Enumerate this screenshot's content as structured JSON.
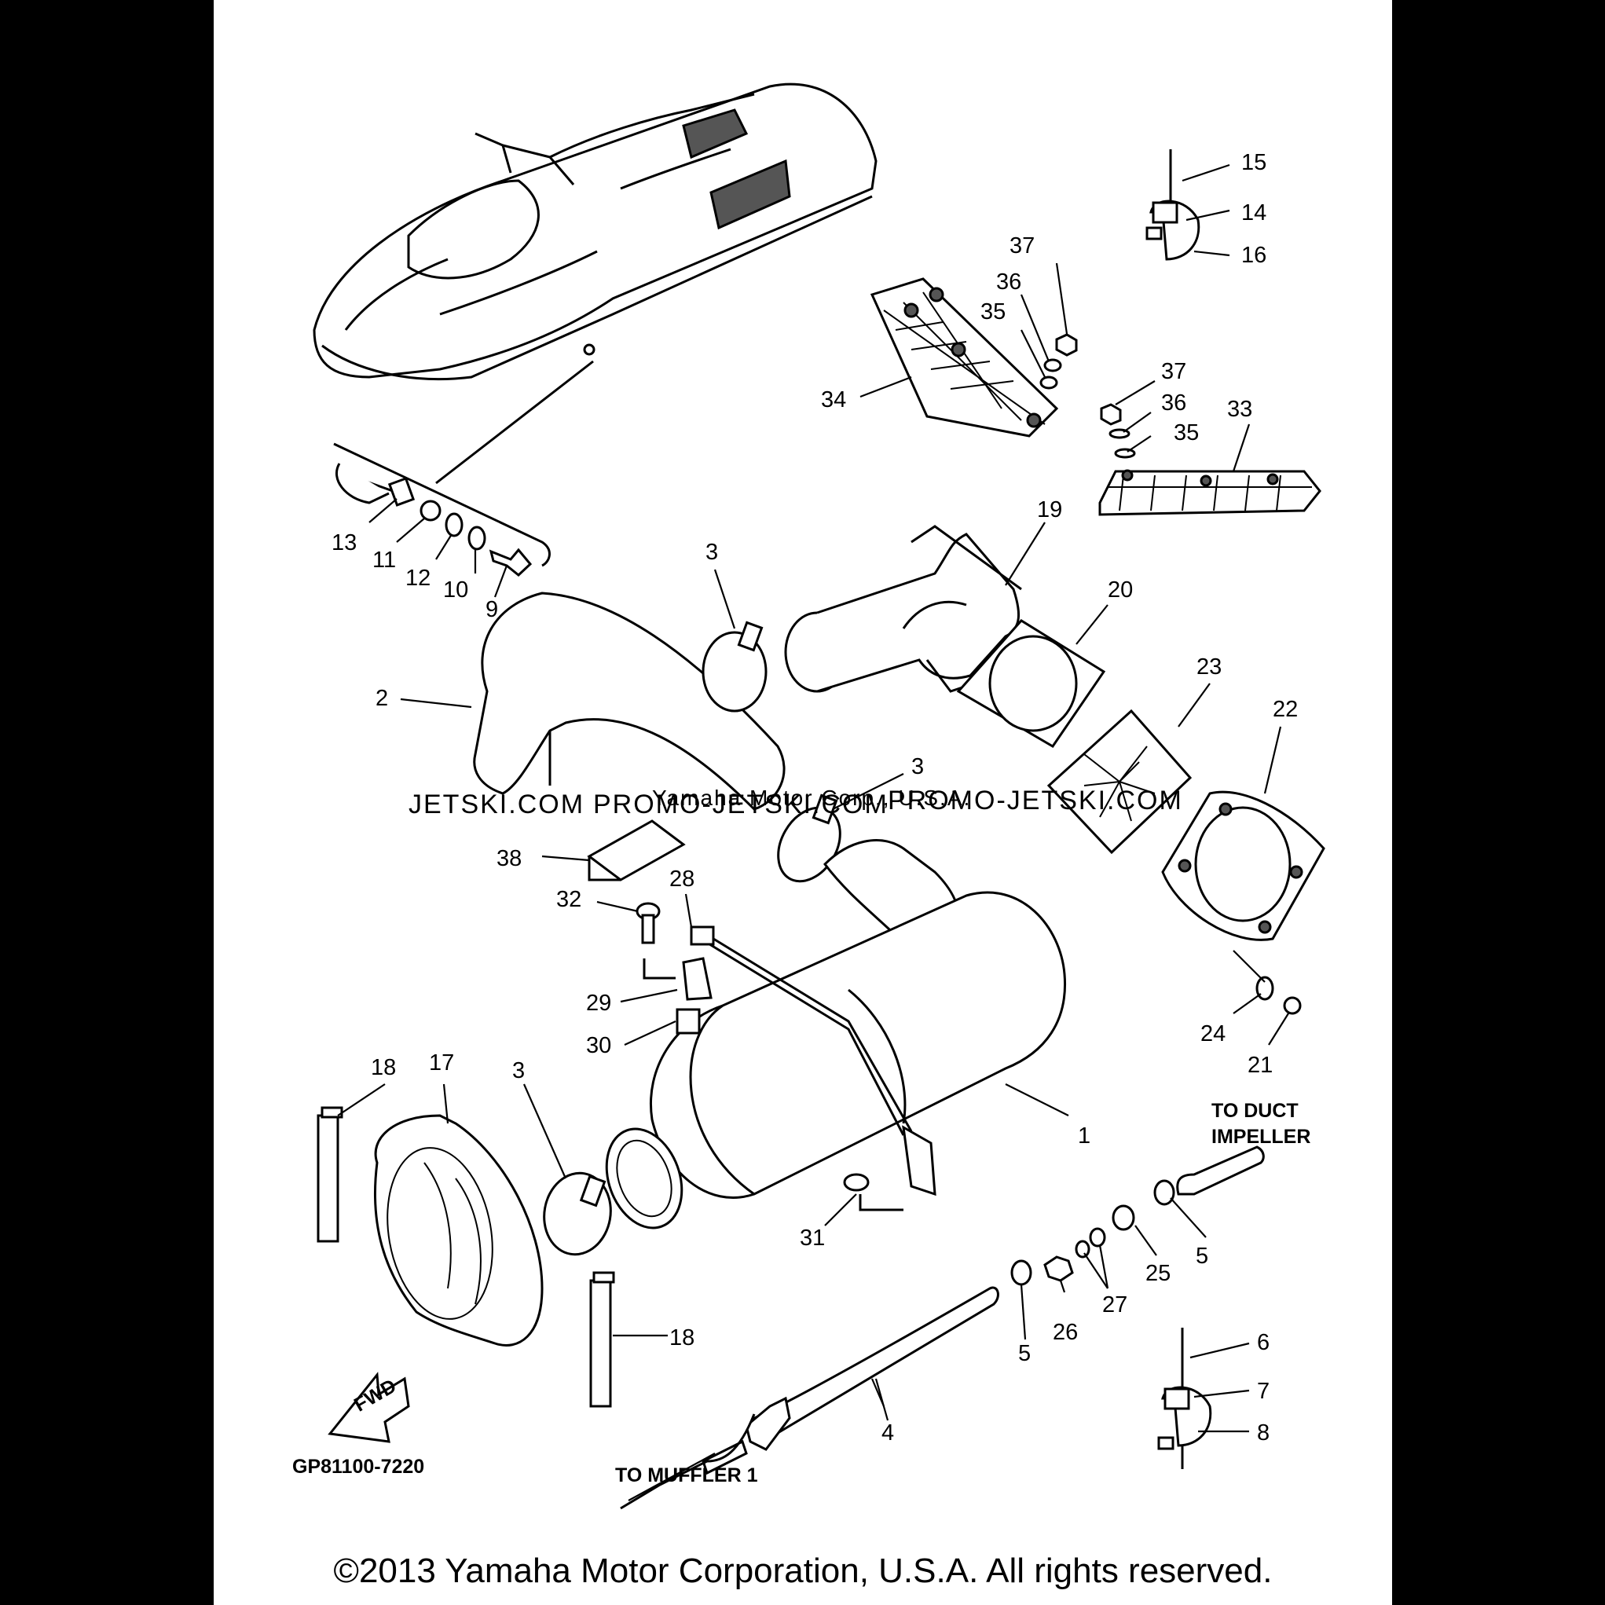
{
  "watermark": {
    "left": "JETSKI.COM",
    "center": "PROMO-JETSKI.COM",
    "overlay": "Yamaha Motor Corp., U.S.A.",
    "right": "PROMO-JETSKI.COM"
  },
  "diagram_code": "GP81100-7220",
  "fwd_label": "FWD",
  "notes": {
    "to_duct_line1": "TO DUCT",
    "to_duct_line2": "IMPELLER",
    "to_muffler": "TO MUFFLER 1"
  },
  "copyright": "©2013 Yamaha Motor Corporation, U.S.A. All rights reserved.",
  "callouts": [
    "15",
    "14",
    "16",
    "37",
    "36",
    "35",
    "34",
    "37",
    "36",
    "35",
    "33",
    "13",
    "11",
    "12",
    "10",
    "9",
    "19",
    "3",
    "20",
    "2",
    "23",
    "22",
    "3",
    "38",
    "28",
    "32",
    "29",
    "30",
    "24",
    "21",
    "18",
    "17",
    "3",
    "1",
    "31",
    "5",
    "25",
    "5",
    "26",
    "27",
    "18",
    "6",
    "7",
    "8",
    "4"
  ]
}
